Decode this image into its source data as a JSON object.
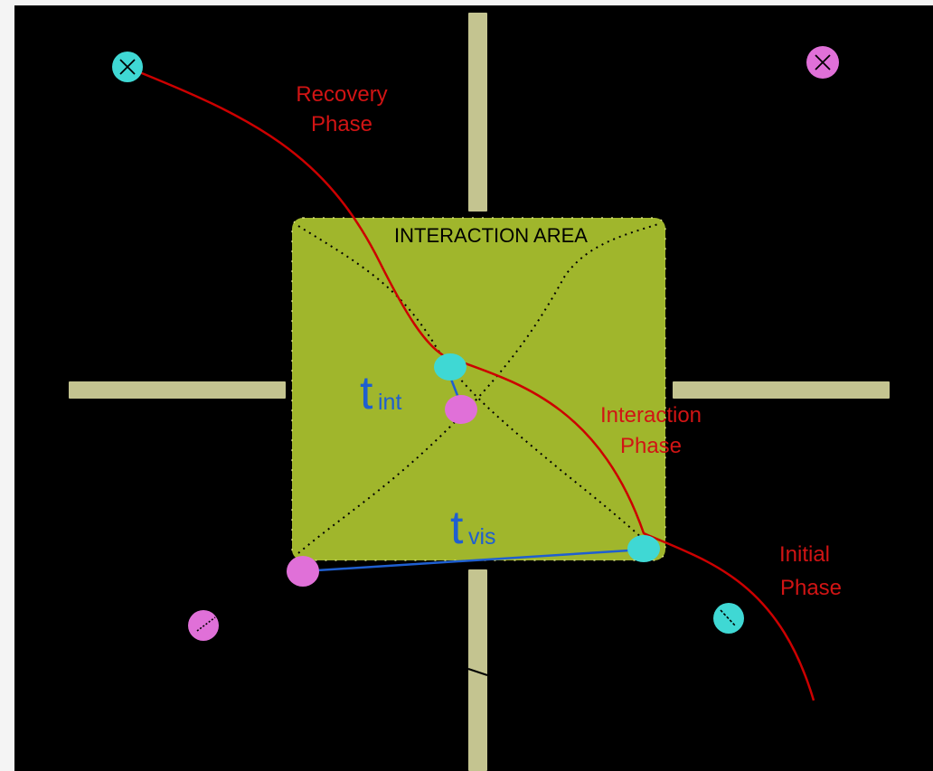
{
  "labels": {
    "recovery_line1": "Recovery",
    "recovery_line2": "Phase",
    "interaction_line1": "Interaction",
    "interaction_line2": "Phase",
    "initial_line1": "Initial",
    "initial_line2": "Phase",
    "area_title": "INTERACTION AREA",
    "t_int_main": "t",
    "t_int_sub": "int",
    "t_vis_main": "t",
    "t_vis_sub": "vis"
  },
  "colors": {
    "background": "#000000",
    "page_margin": "#f4f4f4",
    "road_arm": "#c4c490",
    "interaction_area": "#a0b62c",
    "trajectory": "#cc0000",
    "time_link": "#1f5fd0",
    "agent_cyan": "#3fd8d4",
    "agent_magenta": "#e070d8",
    "label_red": "#d11414",
    "label_blue": "#1f5fd0",
    "label_black": "#000000"
  },
  "icons": {
    "agent_goal_marker": "crossed-circle-icon",
    "agent_heading_marker": "heading-dot-icon"
  }
}
